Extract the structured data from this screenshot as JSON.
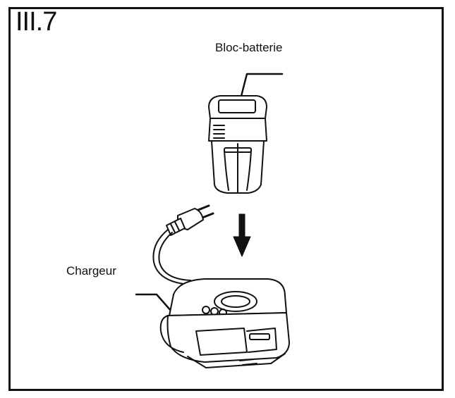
{
  "figure": {
    "number": "III.7"
  },
  "labels": {
    "battery": "Bloc-batterie",
    "charger": "Chargeur"
  },
  "colors": {
    "line": "#111111",
    "background": "#ffffff"
  },
  "icons": {
    "battery": "battery-pack-icon",
    "charger": "charger-base-icon",
    "plug": "power-plug-icon",
    "arrow": "arrow-down-icon"
  }
}
